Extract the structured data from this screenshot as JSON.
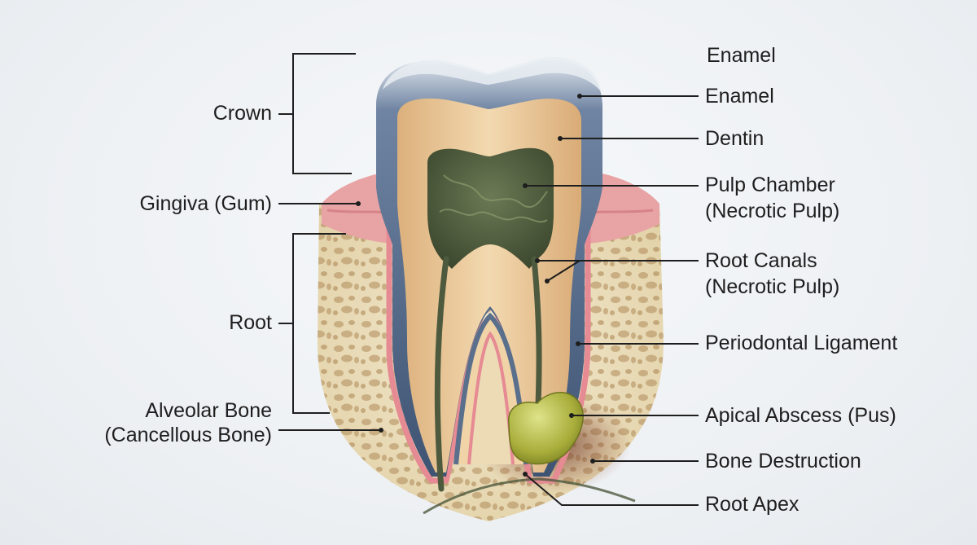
{
  "labels": {
    "right": [
      {
        "key": "enamel_top",
        "text": "Enamel"
      },
      {
        "key": "enamel",
        "text": "Enamel"
      },
      {
        "key": "dentin",
        "text": "Dentin"
      },
      {
        "key": "pulp_chamber",
        "line1": "Pulp Chamber",
        "line2": "(Necrotic Pulp)"
      },
      {
        "key": "root_canals",
        "line1": "Root Canals",
        "line2": "(Necrotic Pulp)"
      },
      {
        "key": "periodontal_ligament",
        "text": "Periodontal Ligament"
      },
      {
        "key": "apical_abscess",
        "text": "Apical Abscess (Pus)"
      },
      {
        "key": "bone_destruction",
        "text": "Bone Destruction"
      },
      {
        "key": "root_apex",
        "text": "Root Apex"
      }
    ],
    "left": [
      {
        "key": "crown",
        "text": "Crown"
      },
      {
        "key": "gingiva",
        "text": "Gingiva (Gum)"
      },
      {
        "key": "root",
        "text": "Root"
      },
      {
        "key": "alveolar_bone",
        "line1": "Alveolar Bone",
        "line2": "(Cancellous Bone)"
      }
    ]
  },
  "colors": {
    "enamel": "#5a6f8c",
    "dentin": "#e8c79a",
    "pulp": "#4d5a3e",
    "gingiva": "#e59a9c",
    "bone": "#efe4c4",
    "abscess": "#b5bb4a",
    "leader": "#1e1e1e"
  }
}
